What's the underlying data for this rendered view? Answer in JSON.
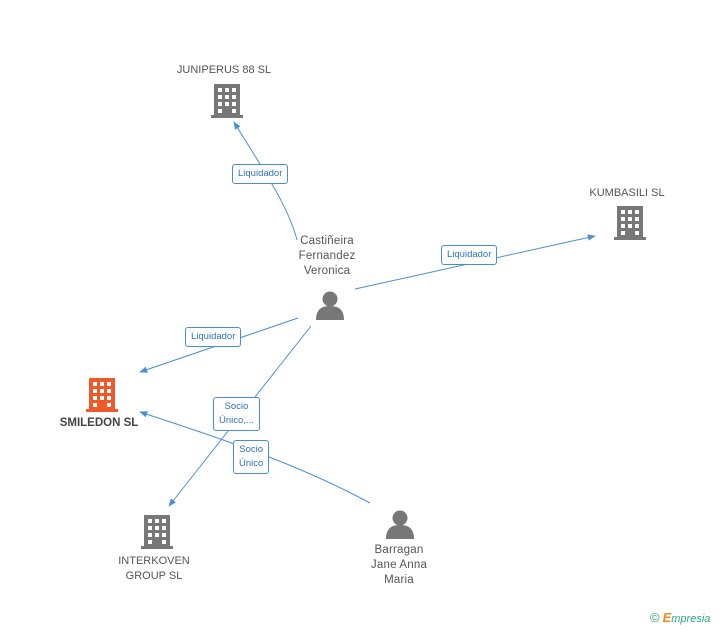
{
  "colors": {
    "edge": "#4a8fd6",
    "company": "#777777",
    "focus_company": "#f05a28",
    "person": "#777777"
  },
  "nodes": {
    "juniperus": {
      "label": "JUNIPERUS 88 SL",
      "icon": "building-icon"
    },
    "kumbasili": {
      "label": "KUMBASILI SL",
      "icon": "building-icon"
    },
    "castineira": {
      "label": "Castiñeira\nFernandez\nVeronica",
      "icon": "person-icon"
    },
    "smiledon": {
      "label": "SMILEDON SL",
      "icon": "building-icon"
    },
    "interkoven": {
      "label": "INTERKOVEN\nGROUP SL",
      "icon": "building-icon"
    },
    "barragan": {
      "label": "Barragan\nJane Anna\nMaria",
      "icon": "person-icon"
    }
  },
  "edges": {
    "e1": "Liquidador",
    "e2": "Liquidador",
    "e3": "Liquidador",
    "e4": "Socio\nÚnico,...",
    "e5": "Socio\nÚnico"
  },
  "footer": {
    "copyright": "©",
    "brand_initial": "E",
    "brand_rest": "mpresia"
  }
}
